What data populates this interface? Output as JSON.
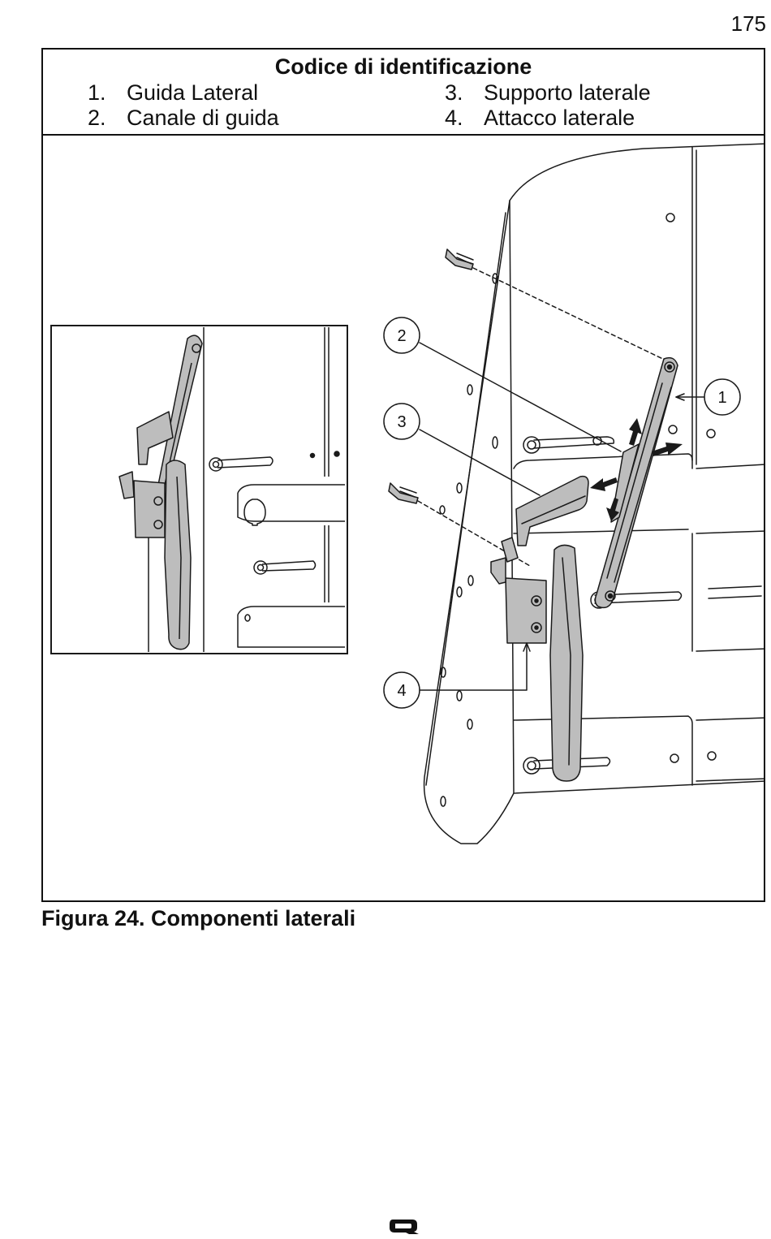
{
  "page_number": "175",
  "legend": {
    "title": "Codice di identificazione",
    "items": [
      {
        "num": "1.",
        "label": "Guida Lateral"
      },
      {
        "num": "2.",
        "label": "Canale di guida"
      },
      {
        "num": "3.",
        "label": "Supporto laterale"
      },
      {
        "num": "4.",
        "label": "Attacco laterale"
      }
    ]
  },
  "callouts": [
    "1",
    "2",
    "3",
    "4"
  ],
  "caption": "Figura 24. Componenti laterali",
  "logo_icon": "q-logo-icon",
  "colors": {
    "line": "#1a1a1a",
    "part_fill": "#bdbdbd",
    "panel_fill": "#ffffff"
  }
}
